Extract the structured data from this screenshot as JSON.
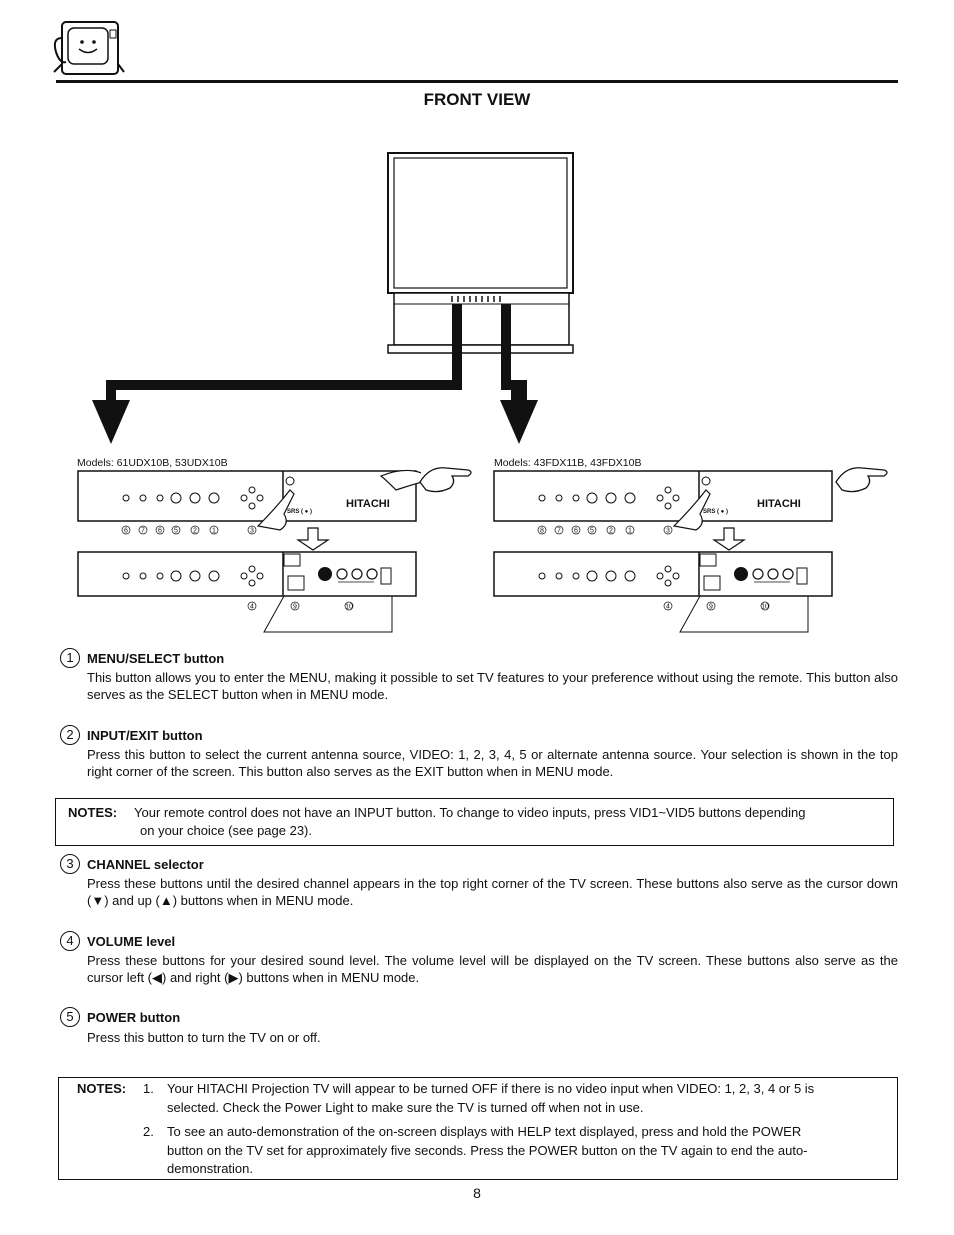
{
  "page_title": "FRONT VIEW",
  "models_left": "Models:  61UDX10B, 53UDX10B",
  "models_right": "Models:  43FDX11B, 43FDX10B",
  "panel": {
    "brand": "HITACHI",
    "srs": "SRS ( ● )",
    "callout_labels": [
      "⑥",
      "⑦",
      "⑤",
      "③",
      "②",
      "①",
      "⑧",
      "④",
      "⑨",
      "⑩"
    ]
  },
  "items": [
    {
      "num": "1",
      "heading": "MENU/SELECT button",
      "text": "This button allows you to enter the MENU, making it possible to set TV features to your preference without using the remote.  This button also serves as the SELECT button when in MENU mode."
    },
    {
      "num": "2",
      "heading": "INPUT/EXIT button",
      "text": "Press this button to select the current antenna source, VIDEO: 1, 2, 3, 4, 5 or alternate antenna source.  Your selection is shown in the top right corner of the screen.  This button also serves as the EXIT button when in MENU mode."
    },
    {
      "num": "3",
      "heading": "CHANNEL selector",
      "text": "Press these buttons until the desired channel appears in the top right corner of the TV screen.  These buttons also serve as the cursor down (▼) and up (▲) buttons when in MENU mode."
    },
    {
      "num": "4",
      "heading": "VOLUME level",
      "text": "Press these buttons for your desired sound level.  The volume level will be displayed on the TV screen.  These buttons also serve as the cursor left (◀) and right (▶) buttons when in MENU mode."
    },
    {
      "num": "5",
      "heading": "POWER button",
      "text": "Press this button to turn the TV on or off."
    }
  ],
  "notes1": {
    "label": "NOTES:",
    "text": "Your remote control does not have an INPUT button.  To change to video inputs, press VID1~VID5 buttons depending",
    "text2": "on your choice (see page 23)."
  },
  "notes2": {
    "label": "NOTES:",
    "items": [
      {
        "n": "1.",
        "line1": "Your HITACHI Projection TV will appear to be turned OFF if there is no video input when VIDEO: 1, 2, 3, 4 or 5 is",
        "line2": "selected.  Check the Power Light to make sure the TV is turned off when not in use."
      },
      {
        "n": "2.",
        "line1": "To see an auto-demonstration of the on-screen displays with HELP text displayed, press and hold the POWER",
        "line2": "button on the TV set for approximately five seconds.  Press the POWER button on the TV again to end the auto-",
        "line3": "demonstration."
      }
    ]
  },
  "page_number": "8"
}
